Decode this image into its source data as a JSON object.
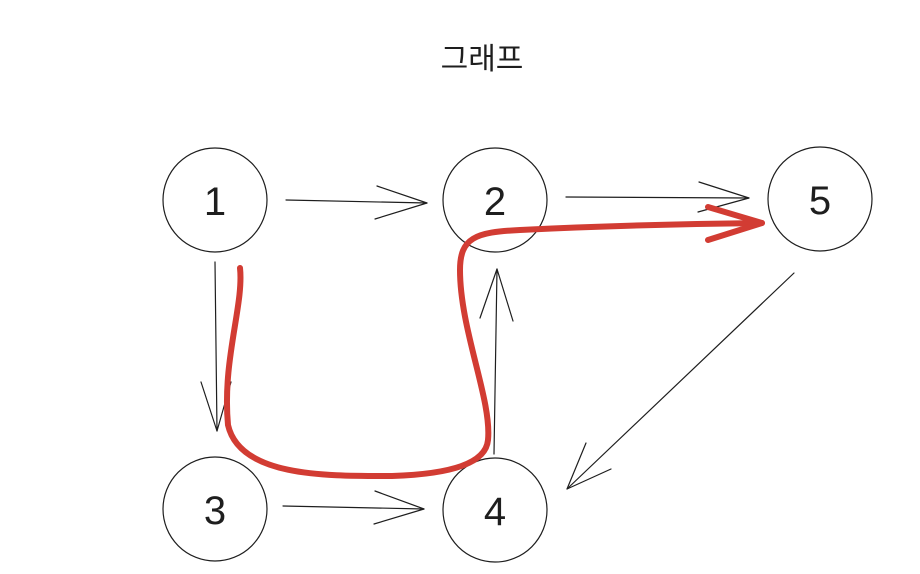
{
  "title": "그래프",
  "nodes": [
    {
      "id": "1",
      "label": "1"
    },
    {
      "id": "2",
      "label": "2"
    },
    {
      "id": "3",
      "label": "3"
    },
    {
      "id": "4",
      "label": "4"
    },
    {
      "id": "5",
      "label": "5"
    }
  ],
  "edges": [
    {
      "from": "1",
      "to": "2"
    },
    {
      "from": "1",
      "to": "3"
    },
    {
      "from": "3",
      "to": "4"
    },
    {
      "from": "4",
      "to": "2"
    },
    {
      "from": "2",
      "to": "5"
    },
    {
      "from": "5",
      "to": "4"
    }
  ],
  "highlighted_path": [
    "1",
    "3",
    "4",
    "2",
    "5"
  ],
  "colors": {
    "stroke": "#1e1e1e",
    "highlight": "#d23c33",
    "background": "#ffffff"
  }
}
